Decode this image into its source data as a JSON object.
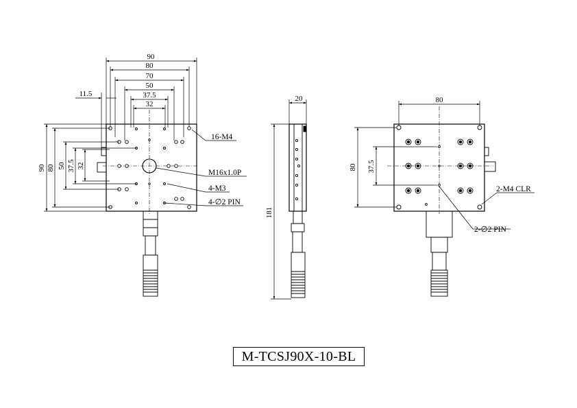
{
  "colors": {
    "line": "#000000",
    "background": "#ffffff"
  },
  "front_view": {
    "dims_horizontal": [
      "90",
      "80",
      "70",
      "50",
      "37.5",
      "32",
      "11.5"
    ],
    "dims_vertical": [
      "90",
      "80",
      "50",
      "37.5",
      "32"
    ],
    "callouts": [
      "16-M4",
      "M16x1.0P",
      "4-M3",
      "4-∅2 PIN"
    ]
  },
  "side_view": {
    "width_dim": "20",
    "height_dim": "181"
  },
  "back_view": {
    "width_dim": "80",
    "dims_vertical": [
      "80",
      "37.5"
    ],
    "callouts": [
      "2-M4 CLR",
      "2-∅2 PIN"
    ]
  },
  "model": "M-TCSJ90X-10-BL"
}
